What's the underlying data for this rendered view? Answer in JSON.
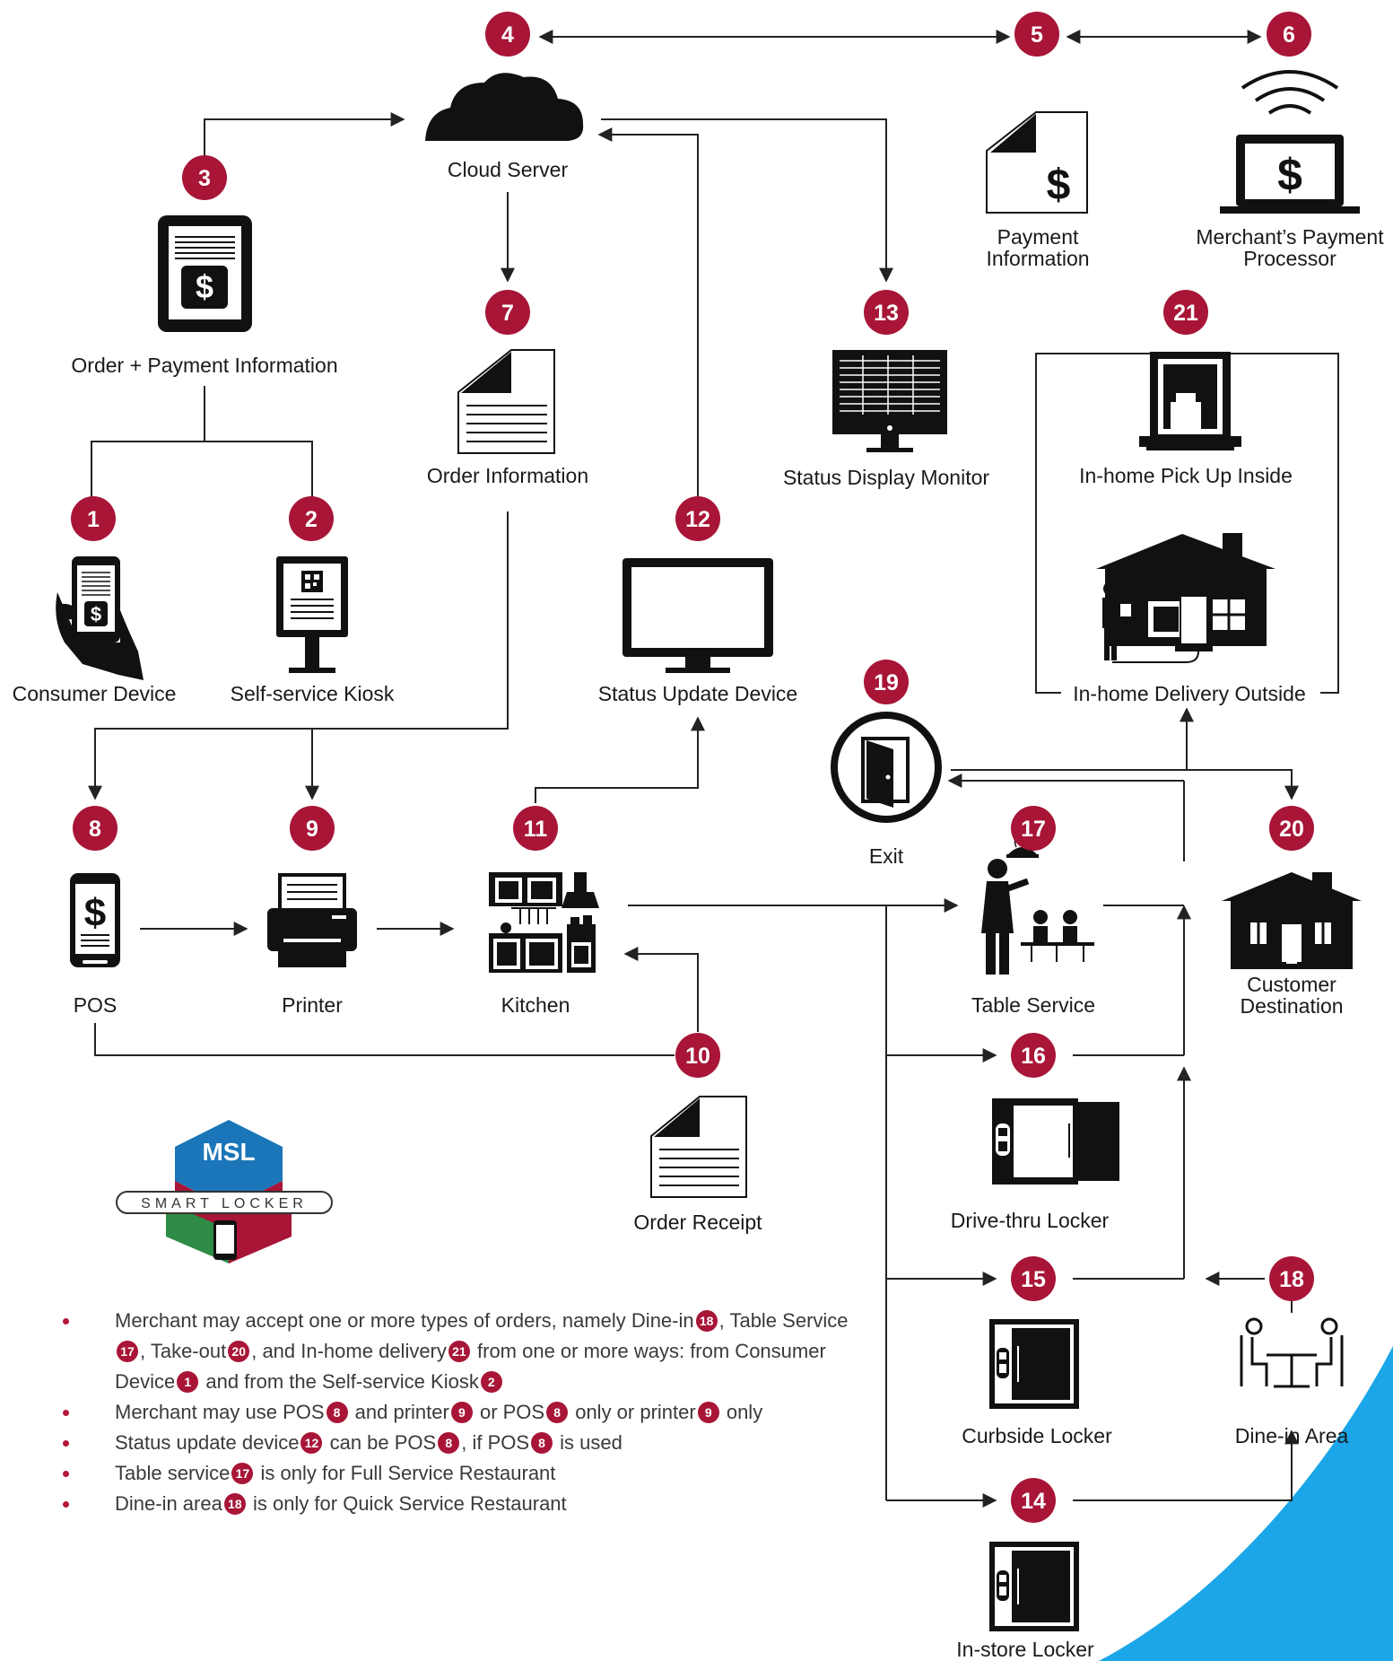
{
  "badges": {
    "b1": "1",
    "b2": "2",
    "b3": "3",
    "b4": "4",
    "b5": "5",
    "b6": "6",
    "b7": "7",
    "b8": "8",
    "b9": "9",
    "b10": "10",
    "b11": "11",
    "b12": "12",
    "b13": "13",
    "b14": "14",
    "b15": "15",
    "b16": "16",
    "b17": "17",
    "b18": "18",
    "b19": "19",
    "b20": "20",
    "b21": "21"
  },
  "nodes": {
    "cloud_server": "Cloud Server",
    "order_payment_info": "Order + Payment Information",
    "payment_info_line1": "Payment",
    "payment_info_line2": "Information",
    "payment_processor_line1": "Merchant’s Payment",
    "payment_processor_line2": "Processor",
    "order_information": "Order Information",
    "status_display_monitor": "Status Display Monitor",
    "inhome_pickup_inside": "In-home Pick Up Inside",
    "inhome_delivery_outside": "In-home Delivery Outside",
    "consumer_device": "Consumer Device",
    "self_service_kiosk": "Self-service Kiosk",
    "status_update_device": "Status Update Device",
    "exit": "Exit",
    "pos": "POS",
    "printer": "Printer",
    "kitchen": "Kitchen",
    "table_service": "Table Service",
    "customer_destination_line1": "Customer",
    "customer_destination_line2": "Destination",
    "drive_thru_locker": "Drive-thru Locker",
    "order_receipt": "Order Receipt",
    "curbside_locker": "Curbside Locker",
    "dine_in_area": "Dine-in Area",
    "instore_locker": "In-store Locker"
  },
  "logo": {
    "top": "MSL",
    "band": "SMART LOCKER"
  },
  "notes": [
    {
      "parts": [
        "Merchant may accept one or more types of orders, namely Dine-in",
        "18",
        ", Table Service",
        "17",
        ", Take-out",
        "20",
        ", and In-home delivery",
        "21",
        " from one or more ways:  from Consumer Device",
        "1",
        " and from the Self-service Kiosk",
        "2",
        ""
      ]
    },
    {
      "parts": [
        "Merchant may use POS",
        "8",
        " and printer",
        "9",
        " or POS",
        "8",
        " only or printer",
        "9",
        " only"
      ]
    },
    {
      "parts": [
        "Status update device",
        "12",
        " can be POS",
        "8",
        ", if POS",
        "8",
        " is used"
      ]
    },
    {
      "parts": [
        "Table service",
        "17",
        " is only for Full Service Restaurant"
      ]
    },
    {
      "parts": [
        "Dine-in area",
        "18",
        " is only for Quick Service Restaurant"
      ]
    }
  ],
  "colors": {
    "badge": "#a81537",
    "accent": "#1aa6e8",
    "ink": "#1a1a1a"
  }
}
